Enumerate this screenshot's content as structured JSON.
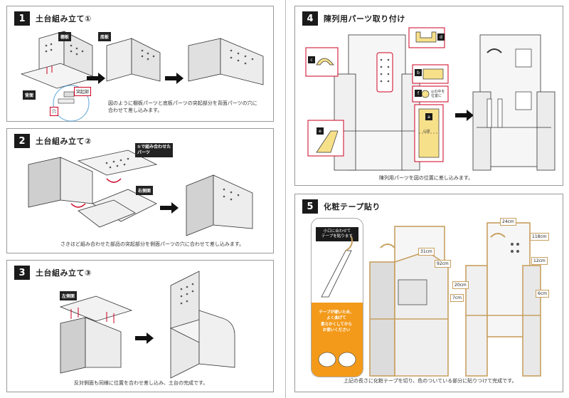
{
  "steps": [
    {
      "num": "1",
      "title": "土台組み立て①",
      "caption_line1": "図のように棚板パーツと底板パーツの突起部分を背面パーツの穴に",
      "caption_line2": "合わせて差し込みます。"
    },
    {
      "num": "2",
      "title": "土台組み立て②",
      "caption": "さきほど組み合わせた部品の突起部分を側面パーツの穴に合わせて差し込みます。"
    },
    {
      "num": "3",
      "title": "土台組み立て③",
      "caption": "反対側面も同様に位置を合わせ差し込み、土台の完成です。"
    },
    {
      "num": "4",
      "title": "陳列用パーツ取り付け",
      "caption": "陳列用パーツを図の位置に差し込みます。"
    },
    {
      "num": "5",
      "title": "化粧テープ貼り",
      "caption": "上記の長さに化粧テープを切り、色のついている部分に貼りつけて完成です。"
    }
  ],
  "labels": {
    "shelf": "棚板",
    "bottom": "底板",
    "back": "背面",
    "protrusion": "突起部",
    "hole": "穴",
    "combined": "①で組み合わせた\nパーツ",
    "right_side": "右側面",
    "left_side": "左側面",
    "mountain_fold": "山折",
    "align": "◎の中を\n位置に"
  },
  "part_tags": [
    "a",
    "b",
    "c",
    "d",
    "e",
    "f"
  ],
  "tip": {
    "question": "小口に合わせて\nテープを貼ります",
    "warning": "テープが硬いため、\nよく曲げて\n柔らかくしてから\nお使いください"
  },
  "measurements": [
    "24cm",
    "118cm",
    "31cm",
    "92cm",
    "12cm",
    "20cm",
    "7cm",
    "6cm"
  ],
  "colors": {
    "tape": "#e0b878",
    "tag": "#1a1a1a",
    "red": "#cc1133",
    "orange": "#f39a1b"
  }
}
